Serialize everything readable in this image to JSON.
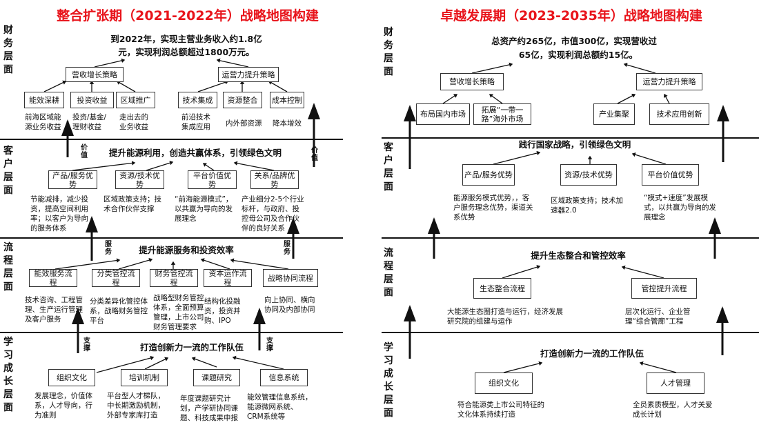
{
  "left": {
    "title": "整合扩张期（2021-2022年）战略地图构建",
    "layers": [
      "财务层面",
      "客户层面",
      "流程层面",
      "学习成长层面"
    ],
    "finance": {
      "goal": [
        "到2022年，实现主营业务收入约1.8亿",
        "元，实现利润总额超过1800万元。"
      ],
      "strategies": [
        "营收增长策略",
        "运营力提升策略"
      ],
      "boxes": [
        "能效深耕",
        "投资收益",
        "区域推广",
        "技术集成",
        "资源整合",
        "成本控制"
      ],
      "descs": [
        "前海区域能源业务收益",
        "投资/基金/理财收益",
        "走出去的业务收益",
        "前沿技术集成应用",
        "内外部资源",
        "降本增效"
      ]
    },
    "arrow_labels": {
      "value": "价值",
      "service": "服务",
      "support": "支撑"
    },
    "customer": {
      "goal": "提升能源利用，创造共赢体系，引领绿色文明",
      "boxes": [
        "产品/服务优势",
        "资源/技术优势",
        "平台价值优势",
        "关系/品牌优势"
      ],
      "descs": [
        "节能减排，减少投资，提高空间利用率；以客户为导向的服务体系",
        "区域政策支持；技术合作伙伴支撑",
        "“前海能源模式”，以共赢为导向的发展理念",
        "产业细分2-5个行业标杆，与政府、投控母公司及合作伙伴的良好关系"
      ]
    },
    "process": {
      "goal": "提升能源服务和投资效率",
      "boxes": [
        "能效服务流程",
        "分类管控流程",
        "财务管控流程",
        "资本运作流程",
        "战略协同流程"
      ],
      "descs": [
        "技术咨询、工程管理、生产运行管理及客户服务",
        "分类差异化管控体系，战略财务管控平台",
        "战略型财务管控体系，全面预算管理，上市公司财务管理要求",
        "结构化投融资，投资并购、IPO",
        "向上协同、横向协同及内部协同"
      ]
    },
    "learning": {
      "goal": "打造创新力一流的工作队伍",
      "boxes": [
        "组织文化",
        "培训机制",
        "课题研究",
        "信息系统"
      ],
      "descs": [
        "发展理念，价值体系，人才导向，行为准则",
        "平台型人才梯队，中长期激励机制，外部专家库打造",
        "年度课题研究计划，产学研协同课题、科技成果申报",
        "能效管理信息系统，能源微网系统、CRM系统等"
      ]
    }
  },
  "right": {
    "title": "卓越发展期（2023-2035年）战略地图构建",
    "layers": [
      "财务层面",
      "客户层面",
      "流程层面",
      "学习成长层面"
    ],
    "finance": {
      "goal": [
        "总资产约265亿，市值300亿，实现营收过",
        "65亿，实现利润总额约15亿。"
      ],
      "strategies": [
        "营收增长策略",
        "运营力提升策略"
      ],
      "boxes": [
        "布局国内市场",
        "拓展“一带一路”海外市场",
        "产业集聚",
        "技术应用创新"
      ]
    },
    "customer": {
      "goal": "践行国家战略，引领绿色文明",
      "boxes": [
        "产品/服务优势",
        "资源/技术优势",
        "平台价值优势"
      ],
      "descs": [
        "能源服务模式优势，，客户服务理念优势，渠道关系优势",
        "区域政策支持；技术加速器2.0",
        "“模式+速度”发展模式，以共赢为导向的发展理念"
      ]
    },
    "process": {
      "goal": "提升生态整合和管控效率",
      "boxes": [
        "生态整合流程",
        "管控提升流程"
      ],
      "descs": [
        "大能源生态圈打造与运行，经济发展研究院的组建与运作",
        "层次化运行、企业管理“综合管廊”工程"
      ]
    },
    "learning": {
      "goal": "打造创新力一流的工作队伍",
      "boxes": [
        "组织文化",
        "人才管理"
      ],
      "descs": [
        "符合能源类上市公司特征的文化体系持续打造",
        "全员素质模型，人才关爱成长计划"
      ]
    }
  },
  "colors": {
    "title": "#e8141b",
    "line": "#111111"
  }
}
